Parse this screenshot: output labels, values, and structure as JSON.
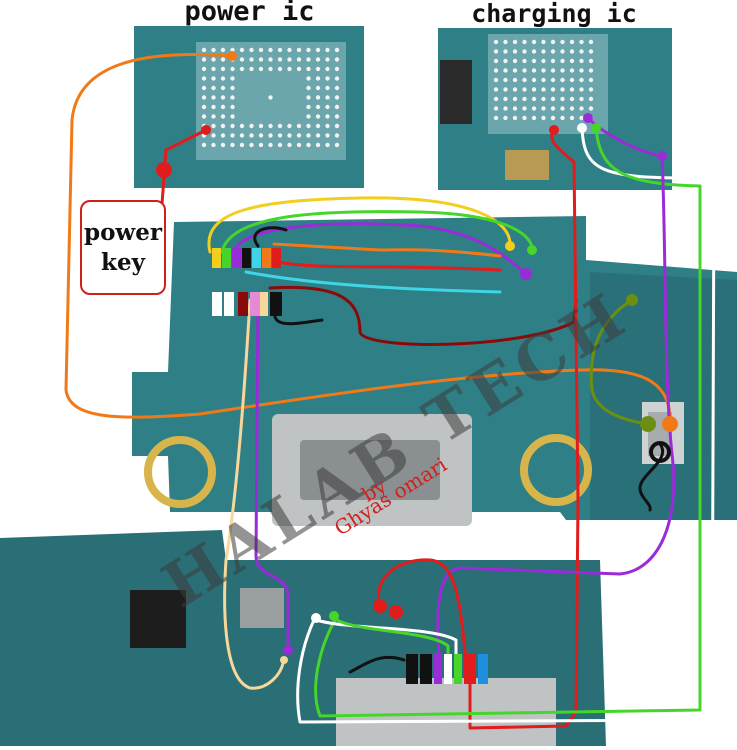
{
  "labels": {
    "power_ic": "power ic",
    "charging_ic": "charging ic",
    "power_key_line1": "power",
    "power_key_line2": "key"
  },
  "watermark": {
    "brand": "HALAB TECH",
    "by": "by",
    "author": "Ghyas omari"
  },
  "colors": {
    "background": "#ffffff",
    "board": "#2f7f86",
    "board_dark": "#23606a",
    "wire_orange": "#f07a18",
    "wire_red": "#e01c1c",
    "wire_dark_red": "#8a0a0a",
    "wire_yellow": "#f2cf1e",
    "wire_green": "#46d62a",
    "wire_purple": "#9a2bd9",
    "wire_white": "#ffffff",
    "wire_cyan": "#3fd4e6",
    "wire_olive": "#6c8f12",
    "wire_peach": "#f8d79a",
    "wire_black": "#111111"
  }
}
